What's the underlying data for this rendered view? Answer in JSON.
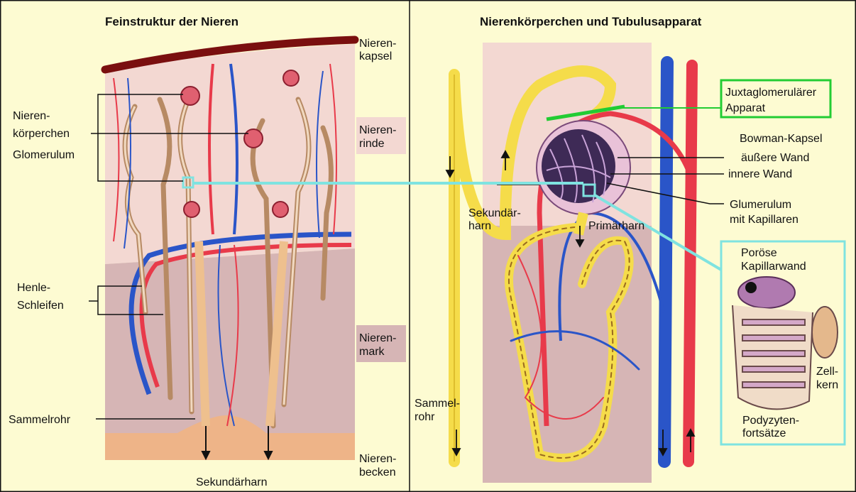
{
  "left_panel": {
    "title": "Feinstruktur der Nieren",
    "labels": {
      "nierenkapsel_1": "Nieren-",
      "nierenkapsel_2": "kapsel",
      "nierenrinde_1": "Nieren-",
      "nierenrinde_2": "rinde",
      "nierenmark_1": "Nieren-",
      "nierenmark_2": "mark",
      "nierenbecken_1": "Nieren-",
      "nierenbecken_2": "becken",
      "nierenkoerperchen_1": "Nieren-",
      "nierenkoerperchen_2": "körperchen",
      "glomerulum": "Glomerulum",
      "henle_1": "Henle-",
      "henle_2": "Schleifen",
      "sammelrohr": "Sammelrohr",
      "sekundaerharn": "Sekundärharn"
    }
  },
  "right_panel": {
    "title": "Nierenkörperchen und Tubulusapparat",
    "labels": {
      "juxta_1": "Juxtaglomerulärer",
      "juxta_2": "Apparat",
      "bowman": "Bowman-Kapsel",
      "aeussere_wand": "äußere Wand",
      "innere_wand": "innere Wand",
      "glum_1": "Glumerulum",
      "glum_2": "mit Kapillaren",
      "sekundaerharn_1": "Sekundär-",
      "sekundaerharn_2": "harn",
      "primaerharn": "Primärharn",
      "sammelrohr_1": "Sammel-",
      "sammelrohr_2": "rohr",
      "poroese_1": "Poröse",
      "poroese_2": "Kapillarwand",
      "zellkern_1": "Zell-",
      "zellkern_2": "kern",
      "podo_1": "Podyzyten-",
      "podo_2": "fortsätze"
    }
  },
  "colors": {
    "background": "#fdfbd2",
    "cortex": "#f3d8d2",
    "medulla": "#d6b5b5",
    "pelvis": "#eeb488",
    "capsule": "#7a0f0f",
    "artery": "#e83a4a",
    "vein": "#2a55c8",
    "collecting_duct": "#f5dc4a",
    "tubule": "#d9b089",
    "highlight_green": "#22cc33",
    "highlight_cyan": "#7fe3e0"
  }
}
